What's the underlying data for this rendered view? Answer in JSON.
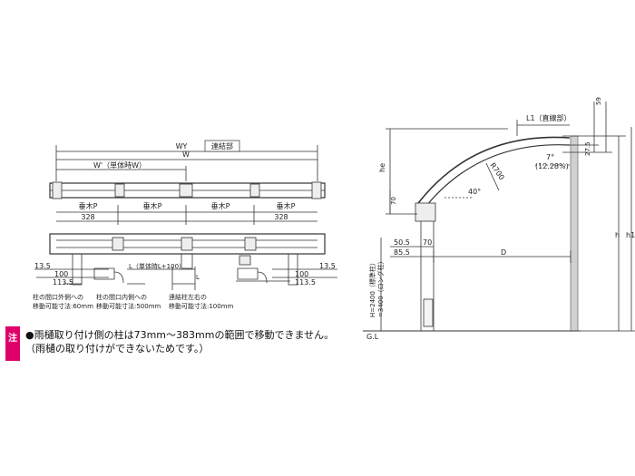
{
  "note": {
    "badge": "注",
    "line1": "●雨樋取り付け側の柱は73mm～383mmの範囲で移動できません。",
    "line2": "（雨樋の取り付けができないためです。）"
  },
  "front_view": {
    "dim_wy": "WY",
    "dim_w": "W",
    "dim_w_prime": "W'（単体時W）",
    "renketsu_label": "連結部",
    "taruki_labels": [
      "垂木P",
      "垂木P",
      "垂木P",
      "垂木P"
    ],
    "dim_328_left": "328",
    "dim_328_right": "328",
    "dim_135_left": "13.5",
    "dim_135_right": "13.5",
    "dim_100_left": "100",
    "dim_100_right": "100",
    "dim_1135_left": "113.5",
    "dim_1135_right": "113.5",
    "dim_l_left": "L（単体時L+100）",
    "dim_l_right": "L",
    "note_post_outer_1": "柱の間口外側への",
    "note_post_outer_2": "移動可能寸法:60mm",
    "note_post_inner_1": "柱の間口内側への",
    "note_post_inner_2": "移動可能寸法:500mm",
    "note_post_joint_1": "連結柱左右の",
    "note_post_joint_2": "移動可能寸法:100mm"
  },
  "side_view": {
    "dim_l1": "L1（直線部）",
    "dim_59": "59",
    "dim_275": "27.5",
    "angle_7": "7°",
    "angle_7_pct": "(12.28%)",
    "radius": "R700",
    "angle_40": "40°",
    "dim_he": "he",
    "dim_70_top": "70",
    "dim_505": "50.5",
    "dim_70_mid": "70",
    "dim_855": "85.5",
    "dim_d": "D",
    "dim_h_label": "H=2400（標準柱）",
    "dim_h_label2": "=3400（ロング柱）",
    "dim_h": "h",
    "dim_h1": "h1",
    "gl": "G.L"
  }
}
